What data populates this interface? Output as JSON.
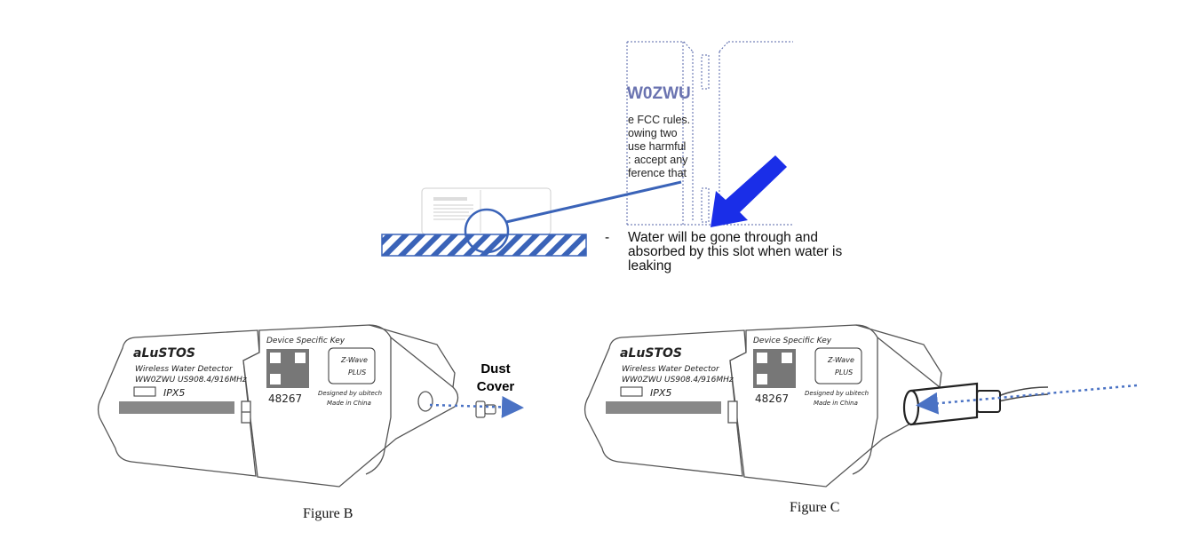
{
  "label_sheet": {
    "model_fragment": "W0ZWU",
    "text_lines": [
      "e FCC rules.",
      "owing  two",
      "use harmful",
      ": accept any",
      "ference that"
    ]
  },
  "note": {
    "bullet": "-",
    "text": "Water will be gone through and absorbed by this slot when water is leaking"
  },
  "figure_b": {
    "caption": "Figure B",
    "callout": "Dust Cover"
  },
  "figure_c": {
    "caption": "Figure C"
  },
  "device_label": {
    "brand": "aLuSTOS",
    "product": "Wireless Water Detector",
    "model_line": "WW0ZWU  US908.4/916MHz",
    "rating": "IPX5",
    "dsk_title": "Device Specific Key",
    "dsk_code": "48267",
    "zwave": "Z-Wave",
    "plus": "PLUS",
    "designed_by": "Designed by ubitech",
    "made_in": "Made in China"
  },
  "colors": {
    "arrow_blue": "#1a2ee8",
    "hatch_blue": "#3a63b8",
    "dotted_blue": "#4a72c4",
    "line_art": "#555555"
  }
}
